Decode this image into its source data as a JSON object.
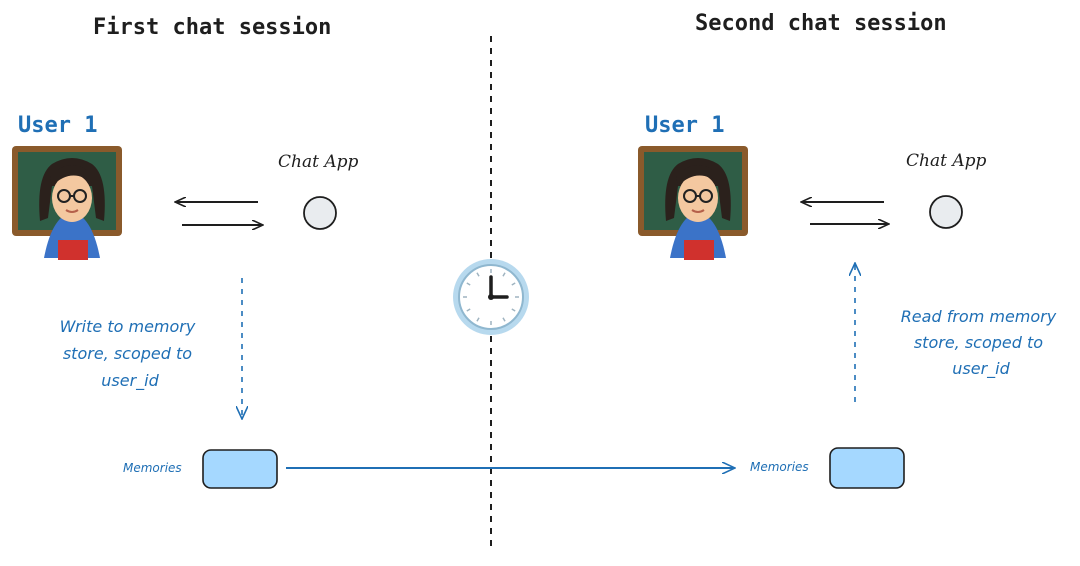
{
  "sessions": [
    {
      "title": "First chat session",
      "user_label": "User 1",
      "app_label": "Chat App",
      "note_lines": [
        "Write to memory",
        "store, scoped to",
        "user_id"
      ],
      "memory_label": "Memories"
    },
    {
      "title": "Second chat session",
      "user_label": "User 1",
      "app_label": "Chat App",
      "note_lines": [
        "Read from memory",
        "store, scoped to",
        "user_id"
      ],
      "memory_label": "Memories"
    }
  ],
  "icons": {
    "user": "teacher-avatar-icon",
    "app": "chat-app-node-icon",
    "clock": "clock-icon"
  },
  "colors": {
    "accent": "#1f6fb5",
    "memory_fill": "#a5d8ff",
    "ink": "#1e1e1e",
    "node_fill": "#e9ecef"
  }
}
